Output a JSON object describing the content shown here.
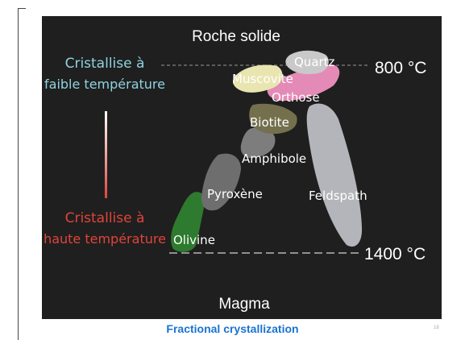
{
  "diagram": {
    "top_label": "Roche solide",
    "bottom_label": "Magma",
    "low_temp_label_line1": "Cristallise à",
    "low_temp_label_line2": "faible température",
    "high_temp_label_line1": "Cristallise à",
    "high_temp_label_line2": "haute température",
    "temp_low": "800 °C",
    "temp_high": "1400 °C",
    "minerals": {
      "quartz": "Quartz",
      "muscovite": "Muscovite",
      "orthose": "Orthose",
      "biotite": "Biotite",
      "amphibole": "Amphibole",
      "pyroxene": "Pyroxène",
      "olivine": "Olivine",
      "feldspath": "Feldspath"
    },
    "colors": {
      "background": "#1f1f1f",
      "low_temp": "#8fd3e0",
      "high_temp": "#e0443a",
      "quartz": "#c9c9c9",
      "muscovite": "#e9e5b0",
      "orthose": "#e48ab6",
      "biotite": "#74704e",
      "amphibole": "#7d7d7d",
      "pyroxene": "#6e6e6e",
      "olivine": "#2e7a2e",
      "feldspath": "#c9cbd0"
    }
  },
  "caption": "Fractional crystallization",
  "page_number": "18"
}
